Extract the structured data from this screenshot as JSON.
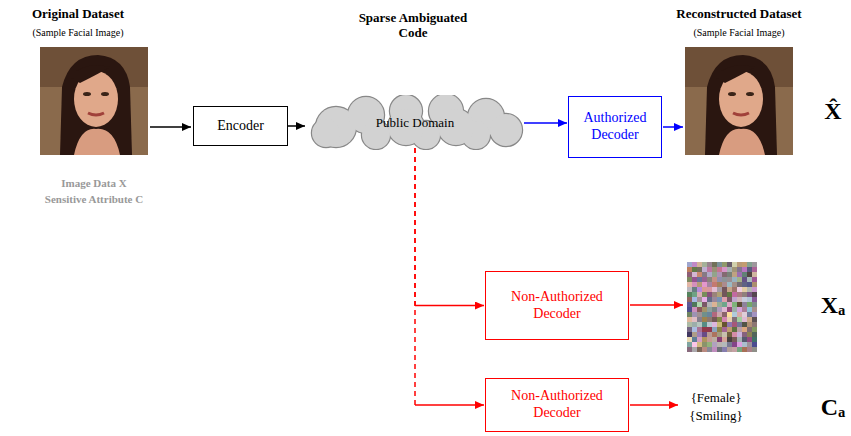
{
  "diagram": {
    "nodes": [
      {
        "text": [
          "Encoder"
        ]
      },
      {
        "text": [
          "Public Domain"
        ]
      },
      {
        "text": [
          "Authorized Decoder"
        ]
      },
      {
        "text": [
          "Non-Authorized Decoder"
        ]
      },
      {
        "text": [
          "Non-Authorized Decoder"
        ]
      }
    ],
    "edges": [
      {
        "from": 0,
        "to": 1,
        "arrow": "to"
      },
      {
        "from": 1,
        "to": 2,
        "arrow": "to"
      },
      {
        "from": 1,
        "to": 3,
        "arrow": "to"
      },
      {
        "from": 1,
        "to": 4,
        "arrow": "to"
      }
    ],
    "labels": [
      "Original Dataset",
      "(Sample Facial Image)",
      "Image Data X",
      "Sensitive Attribute C",
      "Sparse Ambiguated Code",
      "Reconstructed Dataset",
      "(Sample Facial Image)",
      "X̂",
      "Xₐ",
      "{Female}",
      "{Smiling}",
      "Cₐ"
    ]
  }
}
